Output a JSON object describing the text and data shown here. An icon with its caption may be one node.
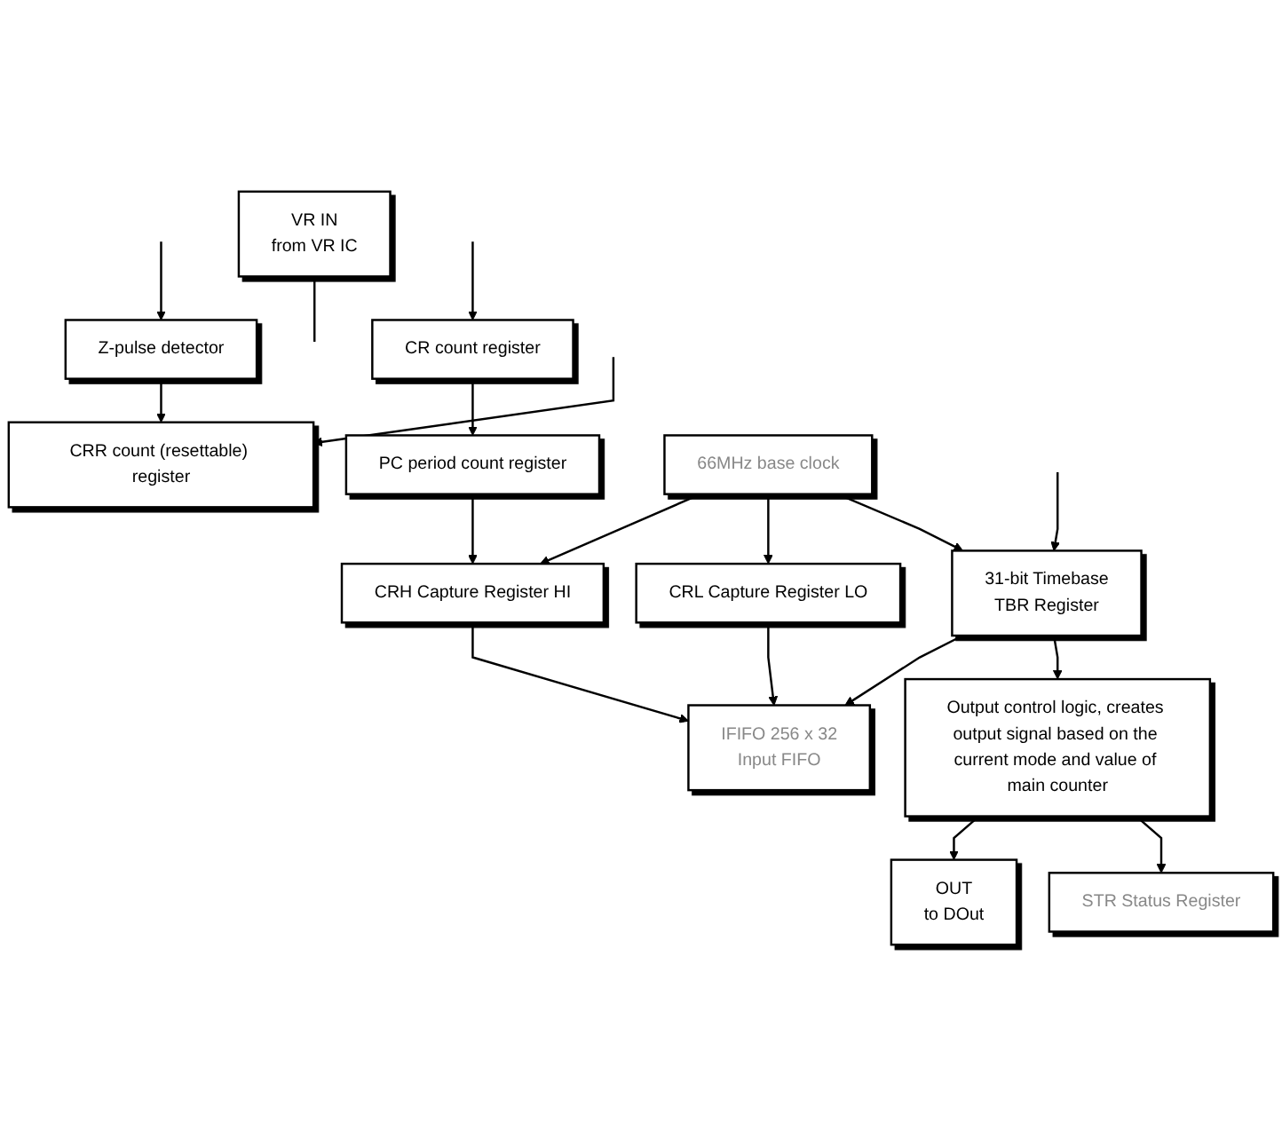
{
  "diagram": {
    "nodes": [
      {
        "text": [
          "VR IN",
          "from VR IC"
        ]
      },
      {
        "text": [
          "OUT",
          "to DOut"
        ]
      },
      {
        "text": [
          "Z-pulse detector"
        ]
      },
      {
        "text": [
          "CRR count (resettable) register"
        ]
      },
      {
        "text": [
          "CR count register"
        ]
      },
      {
        "text": [
          "Output control logic, creates output signal based on the current mode and value of main counter"
        ]
      },
      {
        "text": [
          "PC period count register"
        ]
      },
      {
        "text": [
          "CRH Capture Register HI"
        ]
      },
      {
        "text": [
          "66MHz base clock"
        ]
      },
      {
        "text": [
          "CRL Capture Register LO"
        ]
      },
      {
        "text": [
          "31-bit Timebase",
          "TBR Register"
        ]
      },
      {
        "text": [
          "STR Status Register"
        ]
      },
      {
        "text": [
          "IFIFO 256 x 32",
          "Input FIFO"
        ]
      }
    ],
    "edges": [
      {
        "from": 0,
        "to": null,
        "arrow": "none"
      },
      {
        "from": null,
        "to": 2,
        "arrow": "to"
      },
      {
        "from": 2,
        "to": 3,
        "arrow": "to"
      },
      {
        "from": null,
        "to": 3,
        "arrow": "to"
      },
      {
        "from": null,
        "to": 4,
        "arrow": "to"
      },
      {
        "from": 5,
        "to": 1,
        "arrow": "to"
      },
      {
        "from": 4,
        "to": 6,
        "arrow": "to"
      },
      {
        "from": 6,
        "to": 7,
        "arrow": "to"
      },
      {
        "from": 8,
        "to": 7,
        "arrow": "to"
      },
      {
        "from": 8,
        "to": 9,
        "arrow": "to"
      },
      {
        "from": 8,
        "to": 10,
        "arrow": "to"
      },
      {
        "from": null,
        "to": 10,
        "arrow": "to"
      },
      {
        "from": 10,
        "to": 12,
        "arrow": "to"
      },
      {
        "from": 10,
        "to": 5,
        "arrow": "to"
      },
      {
        "from": 5,
        "to": 11,
        "arrow": "to"
      },
      {
        "from": 7,
        "to": 12,
        "arrow": "to"
      },
      {
        "from": 9,
        "to": 12,
        "arrow": "to"
      }
    ]
  }
}
